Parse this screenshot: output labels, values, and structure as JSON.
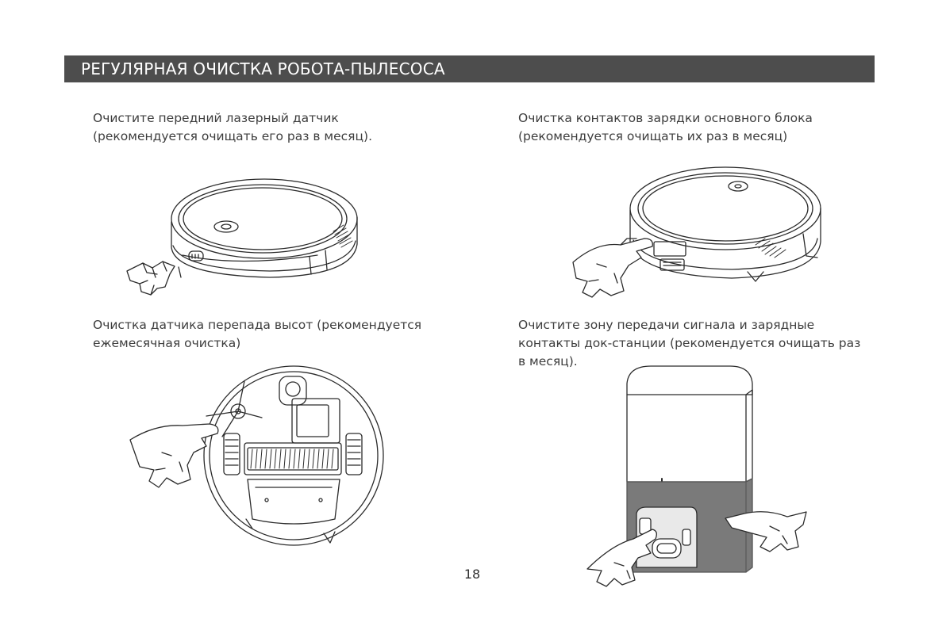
{
  "header": {
    "title": "РЕГУЛЯРНАЯ ОЧИСТКА РОБОТА-ПЫЛЕСОСА"
  },
  "sections": {
    "laser_sensor": {
      "lines": [
        "Очистите передний лазерный датчик",
        "(рекомендуется очищать его раз в месяц)."
      ]
    },
    "charging_contacts": {
      "lines": [
        "Очистка контактов зарядки основного блока",
        "(рекомендуется очищать их раз в месяц)"
      ]
    },
    "cliff_sensor": {
      "lines": [
        "Очистка датчика перепада высот (рекомендуется",
        "ежемесячная очистка)"
      ]
    },
    "dock_station": {
      "lines": [
        "Очистите зону передачи сигнала и зарядные",
        "контакты док-станции (рекомендуется очищать раз",
        "в месяц)."
      ]
    }
  },
  "footer": {
    "page_number": "18"
  },
  "colors": {
    "header_bg": "#4d4d4d",
    "line_art": "#2b2b2b",
    "dock_base": "#7a7a7a"
  }
}
